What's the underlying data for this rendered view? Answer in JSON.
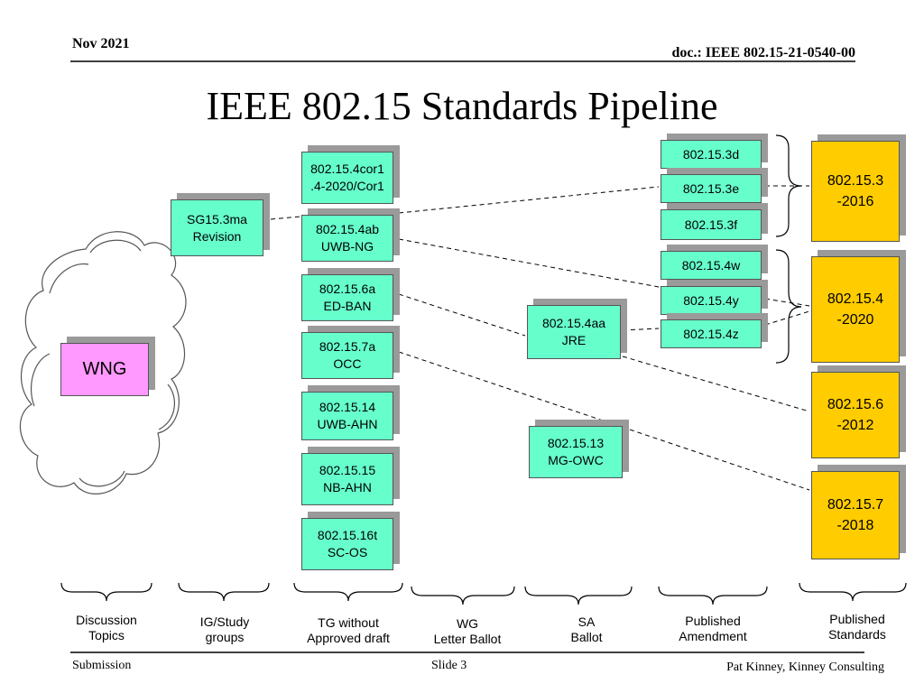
{
  "header": {
    "date": "Nov 2021",
    "doc": "doc.: IEEE 802.15-21-0540-00"
  },
  "title": "IEEE 802.15 Standards Pipeline",
  "cloud": {
    "label": "WNG"
  },
  "study_groups": [
    {
      "label": "SG15.3ma\nRevision"
    }
  ],
  "task_groups": [
    {
      "label": "802.15.4cor1\n.4-2020/Cor1"
    },
    {
      "label": "802.15.4ab\nUWB-NG"
    },
    {
      "label": "802.15.6a\nED-BAN"
    },
    {
      "label": "802.15.7a\nOCC"
    },
    {
      "label": "802.15.14\nUWB-AHN"
    },
    {
      "label": "802.15.15\nNB-AHN"
    },
    {
      "label": "802.15.16t\nSC-OS"
    }
  ],
  "wg_ballot": [
    {
      "label": "802.15.4aa\nJRE"
    },
    {
      "label": "802.15.13\nMG-OWC"
    }
  ],
  "amendments": [
    {
      "label": "802.15.3d"
    },
    {
      "label": "802.15.3e"
    },
    {
      "label": "802.15.3f"
    },
    {
      "label": "802.15.4w"
    },
    {
      "label": "802.15.4y"
    },
    {
      "label": "802.15.4z"
    }
  ],
  "standards": [
    {
      "label": "802.15.3\n-2016"
    },
    {
      "label": "802.15.4\n-2020"
    },
    {
      "label": "802.15.6\n-2012"
    },
    {
      "label": "802.15.7\n-2018"
    }
  ],
  "stages": [
    {
      "label": "Discussion\nTopics"
    },
    {
      "label": "IG/Study\ngroups"
    },
    {
      "label": "TG without\nApproved draft"
    },
    {
      "label": "WG\nLetter Ballot"
    },
    {
      "label": "SA\nBallot"
    },
    {
      "label": "Published\nAmendment"
    },
    {
      "label": "Published\nStandards"
    }
  ],
  "footer": {
    "left": "Submission",
    "center": "Slide 3",
    "right": "Pat Kinney, Kinney Consulting"
  },
  "colors": {
    "task_box": "#66ffcc",
    "standard_box": "#ffcc00",
    "wng_box": "#ff99ff",
    "box_shadow": "#9a9a9a"
  }
}
